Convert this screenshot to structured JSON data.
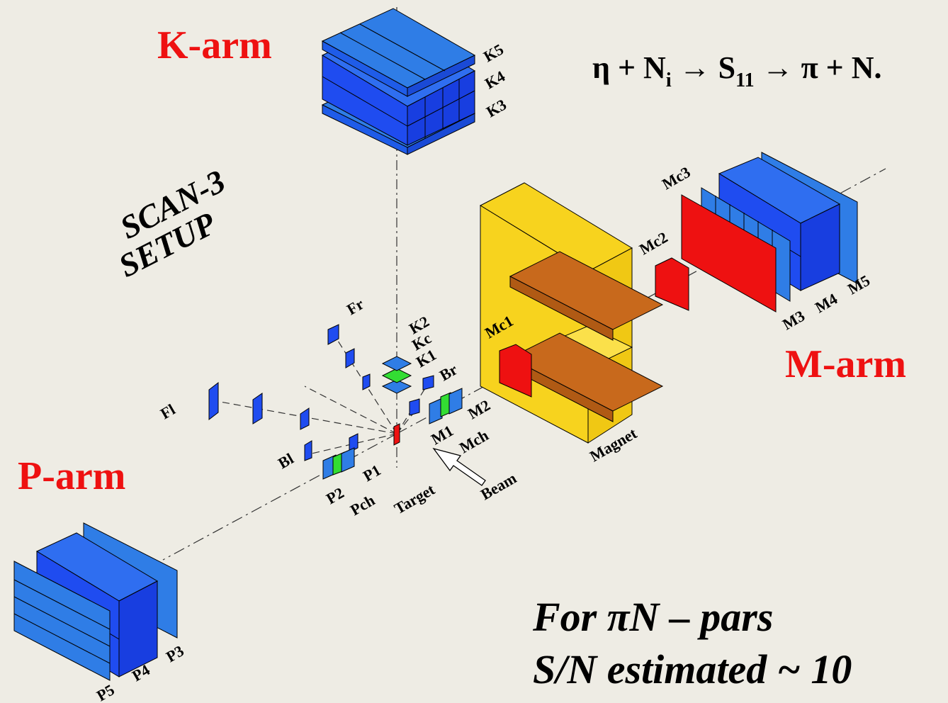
{
  "title": [
    "SCAN-3",
    "SETUP"
  ],
  "arms": {
    "k_arm": "K-arm",
    "m_arm": "M-arm",
    "p_arm": "P-arm"
  },
  "equation": {
    "eta": "η + N",
    "i": "i",
    "arrow1": " → S",
    "s_sub": "11",
    "rest": " → π + N."
  },
  "labels": {
    "K5": "K5",
    "K4": "K4",
    "K3": "K3",
    "K2": "K2",
    "Kc": "Kc",
    "K1": "K1",
    "Fr": "Fr",
    "Br": "Br",
    "Fl": "Fl",
    "Bl": "Bl",
    "M1": "M1",
    "M2": "M2",
    "Mch": "Mch",
    "P1": "P1",
    "P2": "P2",
    "Pch": "Pch",
    "Target": "Target",
    "Beam": "Beam",
    "Magnet": "Magnet",
    "Mc1": "Mc1",
    "Mc2": "Mc2",
    "Mc3": "Mc3",
    "M3": "M3",
    "M4": "M4",
    "M5": "M5",
    "P3": "P3",
    "P4": "P4",
    "P5": "P5"
  },
  "summary": {
    "line1": "For πN – pars",
    "line2": "S/N estimated  ~ 10"
  },
  "colors": {
    "background": "#eeece4",
    "detector_blue": "#1f4cf0",
    "light_blue": "#2f7de6",
    "magnet_yellow": "#f7d31e",
    "coil_brown": "#c8691c",
    "red": "#ee1111",
    "green": "#33dd33"
  }
}
